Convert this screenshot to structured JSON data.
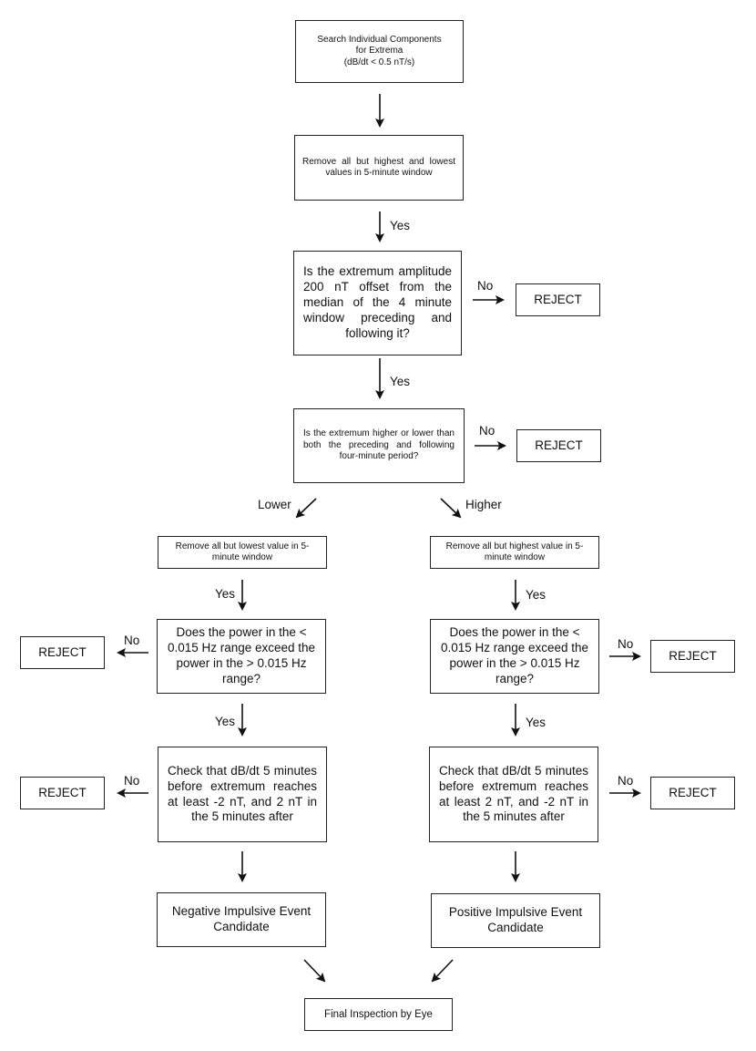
{
  "nodes": {
    "search": "Search Individual Components for Extrema (dB/dt < 0.5 nT/s)",
    "search_line1": "Search Individual Components",
    "search_line2": "for Extrema",
    "search_line3": "(dB/dt < 0.5 nT/s)",
    "remove_both": "Remove all but highest and lowest values in 5-minute window",
    "amplitude_check": "Is the extremum amplitude 200 nT offset from the median of the 4 minute window preceding and following it?",
    "higher_lower_check": "Is the extremum higher or lower than both the preceding and following four-minute period?",
    "remove_lowest": "Remove all but lowest value in 5-minute window",
    "remove_highest": "Remove all but highest value in 5-minute window",
    "power_check_left": "Does the power in the < 0.015 Hz range exceed the power in the > 0.015 Hz range?",
    "power_check_right": "Does the power in the < 0.015 Hz range exceed the power in the > 0.015 Hz range?",
    "dbdt_check_left": "Check that dB/dt 5 minutes before extremum reaches at least -2 nT, and 2 nT in the 5 minutes after",
    "dbdt_check_right": "Check that dB/dt 5 minutes before extremum reaches at least 2 nT, and -2 nT in the 5 minutes after",
    "negative_candidate": "Negative Impulsive Event Candidate",
    "positive_candidate": "Positive Impulsive Event Candidate",
    "final": "Final Inspection by Eye",
    "reject": "REJECT"
  },
  "edge_labels": {
    "yes": "Yes",
    "no": "No",
    "lower": "Lower",
    "higher": "Higher"
  }
}
